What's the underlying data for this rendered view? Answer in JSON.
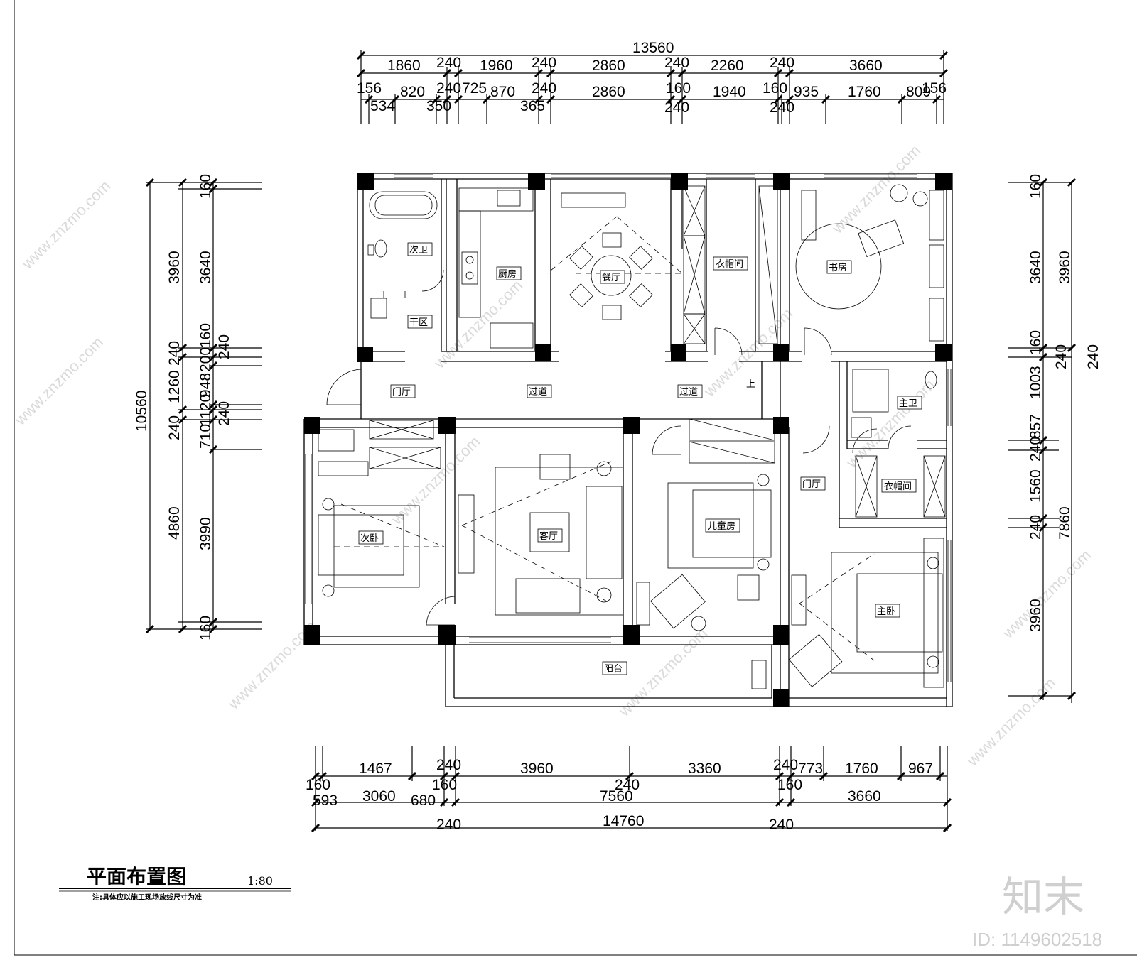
{
  "title": "平面布置图",
  "scale": "1:80",
  "note": "注:具体应以施工现场放线尺寸为准",
  "brand": {
    "logo": "知末",
    "id": "ID: 1149602518"
  },
  "watermark": "www.znzmo.com",
  "rooms": [
    {
      "label": "次卫"
    },
    {
      "label": "干区"
    },
    {
      "label": "厨房"
    },
    {
      "label": "餐厅"
    },
    {
      "label": "衣帽间"
    },
    {
      "label": "书房"
    },
    {
      "label": "门厅"
    },
    {
      "label": "过道"
    },
    {
      "label": "过道"
    },
    {
      "label": "上"
    },
    {
      "label": "主卫"
    },
    {
      "label": "门厅"
    },
    {
      "label": "衣帽间"
    },
    {
      "label": "次卧"
    },
    {
      "label": "客厅"
    },
    {
      "label": "儿童房"
    },
    {
      "label": "主卧"
    },
    {
      "label": "阳台"
    }
  ],
  "top_dims": {
    "total": "13560",
    "row1": [
      "1860",
      "240",
      "1960",
      "240",
      "2860",
      "240",
      "2260",
      "240",
      "3660"
    ],
    "row2": [
      "156",
      "820",
      "240",
      "725",
      "870",
      "240",
      "2860",
      "160",
      "1940",
      "160",
      "935",
      "1760",
      "809",
      "156"
    ],
    "row3": [
      "534",
      "350",
      "365",
      "240",
      "240"
    ]
  },
  "bottom_dims": {
    "row1": [
      "1467",
      "240",
      "3960",
      "3360",
      "240",
      "773",
      "1760",
      "967"
    ],
    "row2": [
      "160",
      "160",
      "240",
      "160"
    ],
    "row3": [
      "593",
      "3060",
      "680",
      "7560",
      "3660"
    ],
    "row4": [
      "240",
      "14760",
      "240"
    ]
  },
  "left_dims": {
    "total": "10560",
    "outer": [
      "3960",
      "240",
      "1260",
      "240",
      "4860"
    ],
    "inner": [
      "160",
      "3640",
      "160",
      "200",
      "240",
      "948",
      "1120",
      "240",
      "710",
      "3990",
      "160"
    ]
  },
  "right_dims": {
    "total": "7860",
    "outer": [
      "3960",
      "240",
      "240",
      "3960"
    ],
    "inner": [
      "160",
      "3640",
      "160",
      "240",
      "1003",
      "857",
      "240",
      "1560",
      "240"
    ],
    "side": "240"
  }
}
